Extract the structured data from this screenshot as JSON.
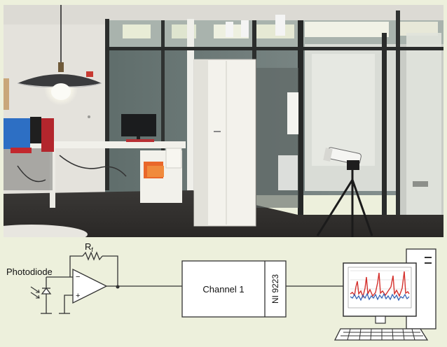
{
  "diagram": {
    "feedback_resistor": "R",
    "feedback_resistor_sub": "f",
    "sensor_label": "Photodiode",
    "amp_minus": "−",
    "amp_plus": "+",
    "channel_label": "Channel 1",
    "daq_label": "NI 9223"
  },
  "colors": {
    "background": "#edf0dc",
    "trace_red": "#d4302c",
    "trace_blue": "#2f5fb5"
  }
}
